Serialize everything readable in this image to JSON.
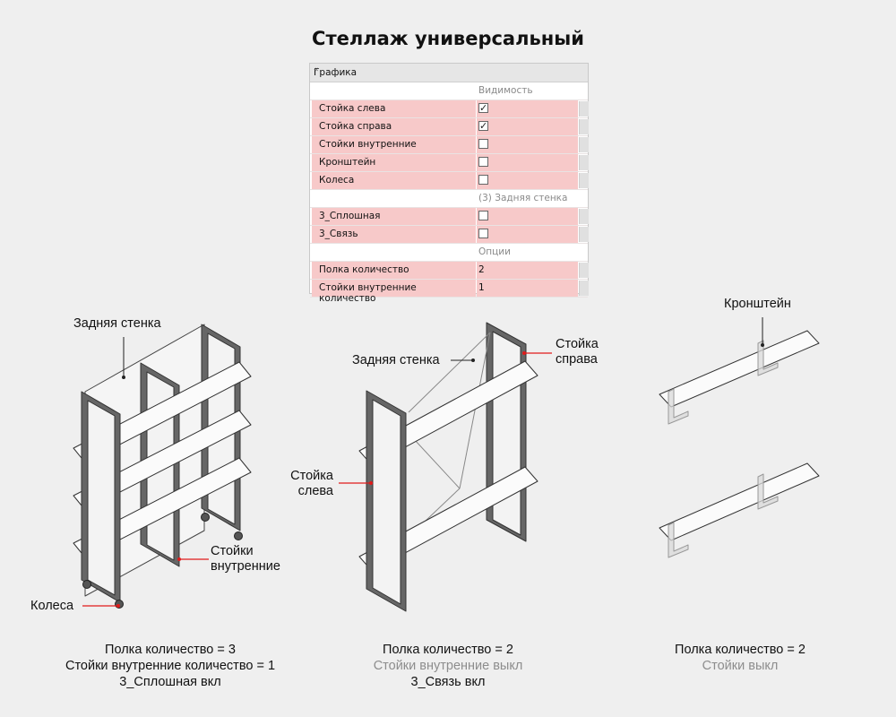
{
  "title": "Стеллаж универсальный",
  "panel": {
    "header": "Графика",
    "toggle_glyph": "«",
    "rows": [
      {
        "kind": "group",
        "label": "",
        "value": "Видимость"
      },
      {
        "kind": "check",
        "label": "Стойка слева",
        "checked": true
      },
      {
        "kind": "check",
        "label": "Стойка справа",
        "checked": true
      },
      {
        "kind": "check",
        "label": "Стойки внутренние",
        "checked": false
      },
      {
        "kind": "check",
        "label": "Кронштейн",
        "checked": false
      },
      {
        "kind": "check",
        "label": "Колеса",
        "checked": false
      },
      {
        "kind": "group",
        "label": "",
        "value": "(3) Задняя стенка"
      },
      {
        "kind": "check",
        "label": "3_Сплошная",
        "checked": false
      },
      {
        "kind": "check",
        "label": "3_Связь",
        "checked": false
      },
      {
        "kind": "group",
        "label": "",
        "value": "Опции"
      },
      {
        "kind": "value",
        "label": "Полка количество",
        "value": "2"
      },
      {
        "kind": "value",
        "label": "Стойки внутренние количество",
        "value": "1"
      }
    ]
  },
  "labels": {
    "back_wall_1": "Задняя стенка",
    "inner_posts": [
      "Стойки",
      "внутренние"
    ],
    "wheels": "Колеса",
    "back_wall_2": "Задняя стенка",
    "right_post": [
      "Стойка",
      "справа"
    ],
    "left_post": [
      "Стойка",
      "слева"
    ],
    "bracket": "Кронштейн"
  },
  "captions": {
    "c1": [
      "Полка количество  = 3",
      "Стойки внутренние количество  = 1",
      "3_Сплошная вкл"
    ],
    "c2": [
      "Полка количество  = 2",
      "Стойки внутренние выкл",
      "3_Связь вкл"
    ],
    "c3": [
      "Полка количество  = 2",
      "Стойки выкл"
    ]
  },
  "colors": {
    "highlight": "#f7c9c9",
    "frame": "#555555",
    "leader_red": "#e01b1b",
    "muted": "#8d8d8d"
  }
}
